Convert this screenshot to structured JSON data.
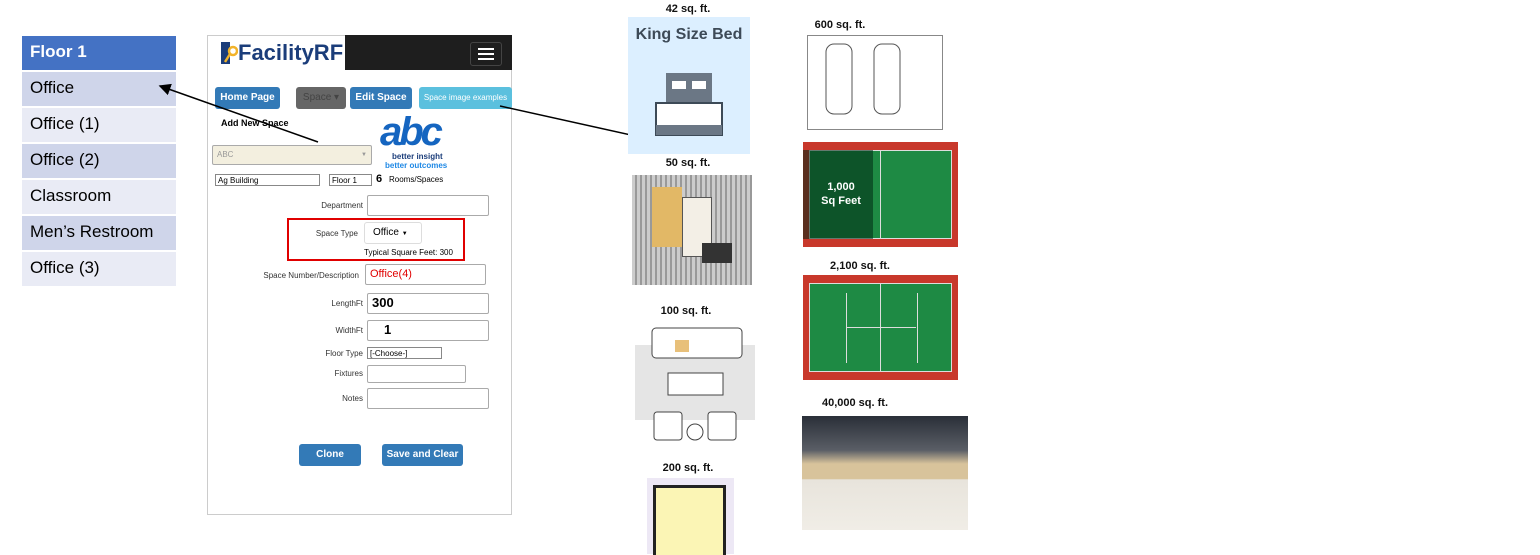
{
  "floor_list": {
    "header": "Floor 1",
    "items": [
      "Office",
      "Office (1)",
      "Office (2)",
      "Classroom",
      "Men’s Restroom",
      "Office (3)"
    ]
  },
  "app": {
    "brand": "FacilityRF",
    "menu_icon": "hamburger-icon"
  },
  "nav": {
    "home": "Home Page",
    "space": "Space ▾",
    "edit": "Edit Space",
    "examples": "Space image examples"
  },
  "form": {
    "title": "Add New Space",
    "client_select": "ABC",
    "logo_text": "abc",
    "logo_tag1": "better insight",
    "logo_tag2": "better outcomes",
    "building": "Ag Building",
    "floor": "Floor 1",
    "room_count": "6",
    "room_count_label": "Rooms/Spaces",
    "department_label": "Department",
    "department_value": "",
    "space_type_label": "Space Type",
    "space_type_value": "Office",
    "typical_sqft": "Typical Square Feet: 300",
    "space_number_label": "Space Number/Description",
    "space_number_value": "Office(4)",
    "length_label": "LengthFt",
    "length_value": "300",
    "width_label": "WidthFt",
    "width_value": "1",
    "floor_type_label": "Floor Type",
    "floor_type_value": "[-Choose-]",
    "fixtures_label": "Fixtures",
    "notes_label": "Notes",
    "clone": "Clone",
    "save_clear": "Save and Clear"
  },
  "examples": {
    "bed_caption": "42 sq. ft.",
    "bed_title": "King Size Bed",
    "storage_caption": "50 sq. ft.",
    "living_caption": "100 sq. ft.",
    "garage1_caption": "200 sq. ft.",
    "garage2_caption": "600 sq. ft.",
    "court1_label_1": "1,000",
    "court1_label_2": "Sq Feet",
    "court2_caption": "2,100 sq. ft.",
    "gym_caption": "40,000 sq. ft."
  },
  "colors": {
    "list_header": "#4472c4",
    "btn_blue": "#337ab7",
    "btn_gray": "#666666",
    "btn_light": "#5bc0de",
    "highlight": "#e00000",
    "court_green": "#1e8a44",
    "court_red": "#c8382b"
  }
}
